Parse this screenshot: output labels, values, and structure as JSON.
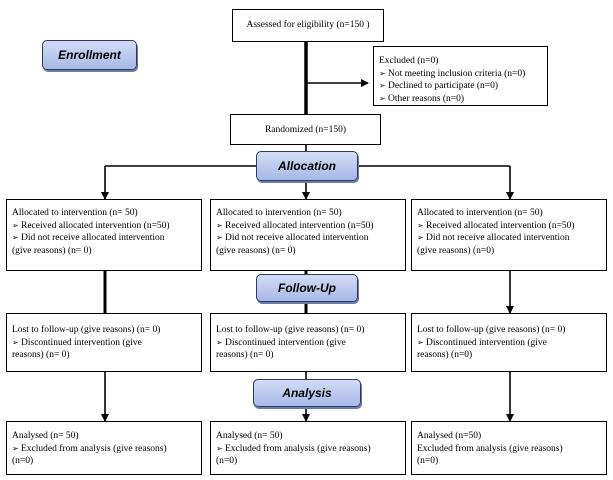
{
  "stages": {
    "enrollment": "Enrollment",
    "allocation": "Allocation",
    "followup": "Follow-Up",
    "analysis": "Analysis"
  },
  "assessed": "Assessed for eligibility (n=150 )",
  "excluded": {
    "title": "Excluded (n=0)",
    "items": [
      "Not meeting inclusion criteria (n=0)",
      "Declined to participate (n=0)",
      "Other reasons (n=0)"
    ]
  },
  "randomized": "Randomized (n=150)",
  "allocation_boxes": [
    {
      "title": "Allocated to intervention (n= 50)",
      "received": "Received allocated intervention (n=50)",
      "not_received": "Did not receive allocated intervention",
      "not_received_2": "(give reasons) (n= 0)"
    },
    {
      "title": "Allocated to intervention (n= 50)",
      "received": "Received allocated intervention (n=50)",
      "not_received": "Did not receive allocated intervention",
      "not_received_2": "(give reasons) (n= 0)"
    },
    {
      "title": "Allocated to intervention (n= 50)",
      "received": "Received allocated intervention (n=50)",
      "not_received": "Did not receive allocated intervention",
      "not_received_2": "(give reasons) (n=0)"
    }
  ],
  "followup_boxes": [
    {
      "lost": "Lost to follow-up (give reasons) (n= 0)",
      "discontinued": "Discontinued intervention (give",
      "discontinued_2": "reasons) (n= 0)"
    },
    {
      "lost": "Lost to follow-up (give reasons) (n= 0)",
      "discontinued": "Discontinued intervention (give",
      "discontinued_2": "reasons) (n= 0)"
    },
    {
      "lost": "Lost to follow-up (give reasons) (n= 0)",
      "discontinued": "Discontinued intervention (give",
      "discontinued_2": "reasons) (n=0)"
    }
  ],
  "analysis_boxes": [
    {
      "analysed": "Analysed (n= 50)",
      "excluded": "Excluded from analysis (give reasons)",
      "excluded_2": "(n=0)"
    },
    {
      "analysed": "Analysed (n= 50)",
      "excluded": "Excluded from analysis (give reasons)",
      "excluded_2": "(n=0)"
    },
    {
      "analysed": "Analysed (n=50)",
      "excluded": "Excluded from analysis (give reasons)",
      "excluded_2": "(n=0)"
    }
  ]
}
